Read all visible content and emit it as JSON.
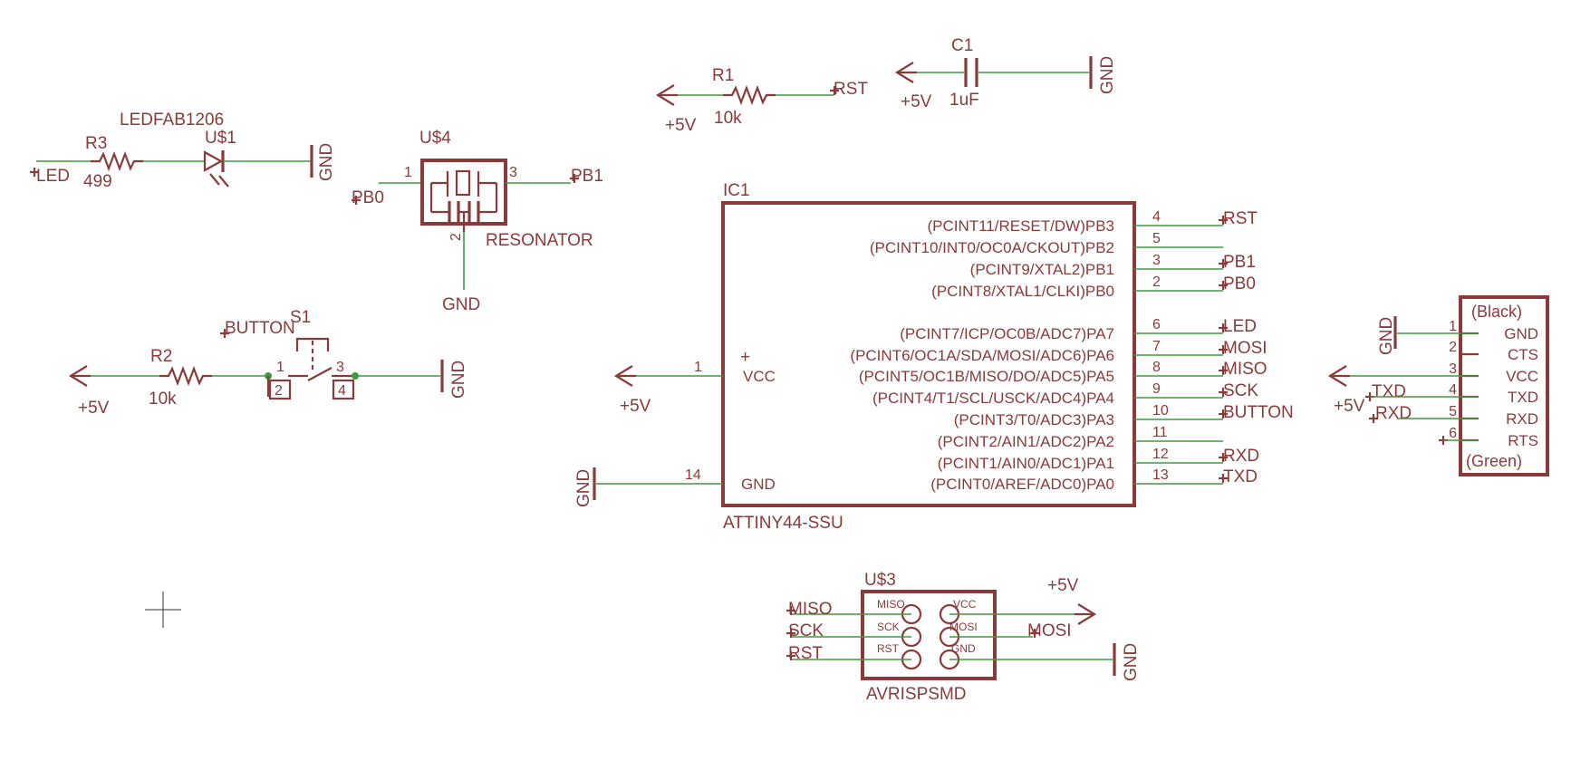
{
  "components": {
    "r3": {
      "ref": "R3",
      "value": "499"
    },
    "led": {
      "package": "LEDFAB1206",
      "ref": "U$1"
    },
    "r1": {
      "ref": "R1",
      "value": "10k"
    },
    "r2": {
      "ref": "R2",
      "value": "10k"
    },
    "c1": {
      "ref": "C1",
      "value": "1uF"
    },
    "resonator": {
      "ref": "U$4",
      "name": "RESONATOR",
      "pins": [
        "1",
        "2",
        "3"
      ]
    },
    "s1": {
      "ref": "S1",
      "pins": [
        "1",
        "2",
        "3",
        "4"
      ]
    },
    "ic1": {
      "ref": "IC1",
      "part": "ATTINY44-SSU",
      "vcc_label": "VCC",
      "vcc_pin": "1",
      "vcc_mark": "+",
      "gnd_label": "GND",
      "gnd_pin": "14",
      "pins": [
        {
          "name": "(PCINT11/RESET/DW)PB3",
          "num": "4",
          "net": "RST"
        },
        {
          "name": "(PCINT10/INT0/OC0A/CKOUT)PB2",
          "num": "5",
          "net": ""
        },
        {
          "name": "(PCINT9/XTAL2)PB1",
          "num": "3",
          "net": "PB1"
        },
        {
          "name": "(PCINT8/XTAL1/CLKI)PB0",
          "num": "2",
          "net": "PB0"
        },
        {
          "name": "(PCINT7/ICP/OC0B/ADC7)PA7",
          "num": "6",
          "net": "LED"
        },
        {
          "name": "(PCINT6/OC1A/SDA/MOSI/ADC6)PA6",
          "num": "7",
          "net": "MOSI"
        },
        {
          "name": "(PCINT5/OC1B/MISO/DO/ADC5)PA5",
          "num": "8",
          "net": "MISO"
        },
        {
          "name": "(PCINT4/T1/SCL/USCK/ADC4)PA4",
          "num": "9",
          "net": "SCK"
        },
        {
          "name": "(PCINT3/T0/ADC3)PA3",
          "num": "10",
          "net": "BUTTON"
        },
        {
          "name": "(PCINT2/AIN1/ADC2)PA2",
          "num": "11",
          "net": ""
        },
        {
          "name": "(PCINT1/AIN0/ADC1)PA1",
          "num": "12",
          "net": "RXD"
        },
        {
          "name": "(PCINT0/AREF/ADC0)PA0",
          "num": "13",
          "net": "TXD"
        }
      ]
    },
    "ftdi": {
      "top": "(Black)",
      "bottom": "(Green)",
      "rows": [
        {
          "num": "1",
          "name": "GND"
        },
        {
          "num": "2",
          "name": "CTS"
        },
        {
          "num": "3",
          "name": "VCC"
        },
        {
          "num": "4",
          "name": "TXD"
        },
        {
          "num": "5",
          "name": "RXD"
        },
        {
          "num": "6",
          "name": "RTS"
        }
      ]
    },
    "isp": {
      "ref": "U$3",
      "part": "AVRISPSMD",
      "pins_left": [
        "MISO",
        "SCK",
        "RST"
      ],
      "pins_right": [
        "VCC",
        "MOSI",
        "GND"
      ]
    }
  },
  "nets": {
    "led": "LED",
    "rst": "RST",
    "pb0": "PB0",
    "pb1": "PB1",
    "button": "BUTTON",
    "txd": "TXD",
    "rxd": "RXD",
    "miso": "MISO",
    "mosi": "MOSI",
    "sck": "SCK",
    "gnd": "GND",
    "vcc": "+5V"
  },
  "colors": {
    "part": "#8b3a3a",
    "wire": "#3e9a3e",
    "background": "#ffffff"
  }
}
